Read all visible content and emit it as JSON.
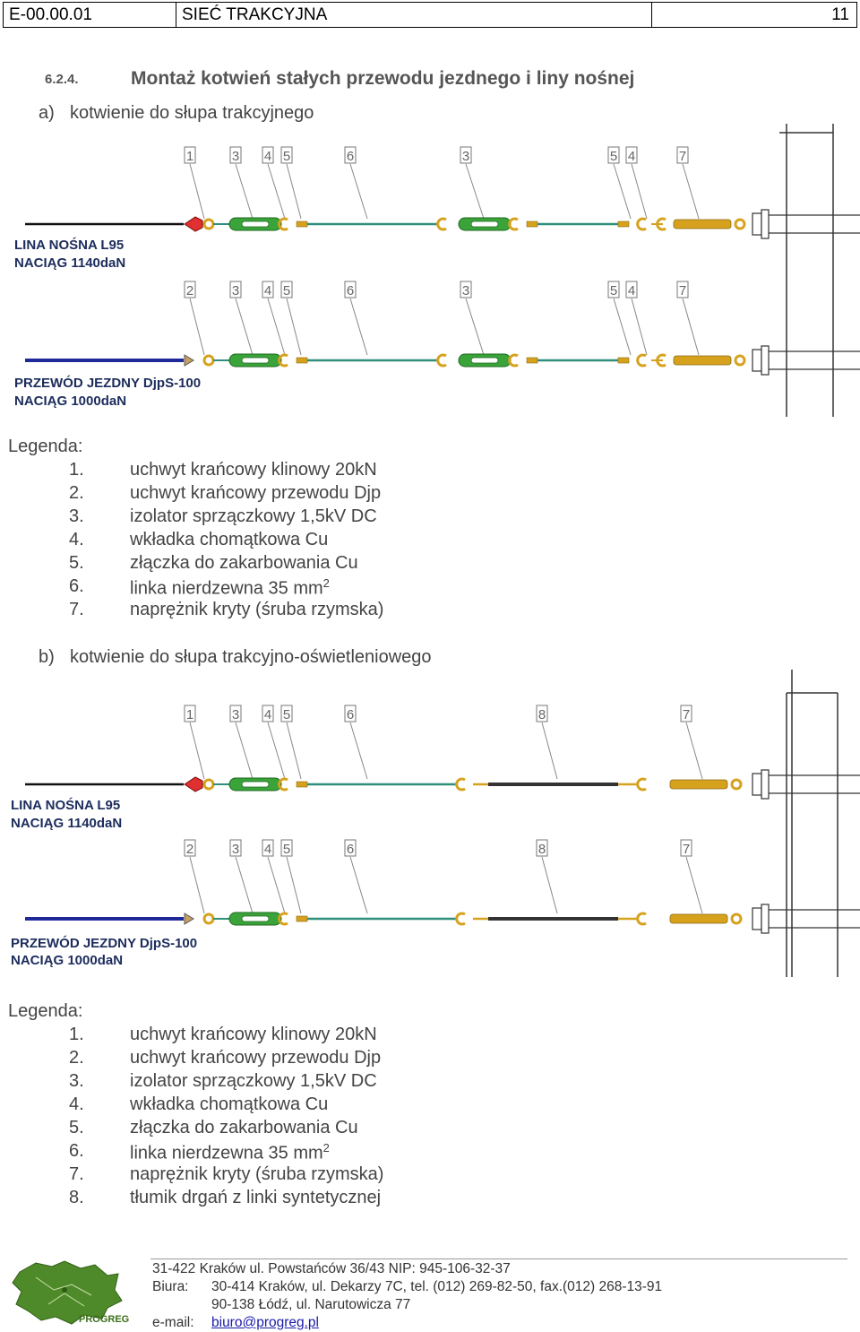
{
  "header": {
    "code": "E-00.00.01",
    "title": "SIEĆ TRAKCYJNA",
    "page": "11"
  },
  "section": {
    "number": "6.2.4.",
    "title": "Montaż kotwień stałych przewodu jezdnego i liny nośnej"
  },
  "part_a": {
    "label": "a)",
    "title": "kotwienie do słupa trakcyjnego",
    "row1": {
      "line1": "LINA NOŚNA L95",
      "line2": "NACIĄG 1140daN",
      "tags": [
        "1",
        "3",
        "4",
        "5",
        "6",
        "3",
        "5",
        "4",
        "7"
      ]
    },
    "row2": {
      "line1": "PRZEWÓD JEZDNY DjpS-100",
      "line2": "NACIĄG 1000daN",
      "tags": [
        "2",
        "3",
        "4",
        "5",
        "6",
        "3",
        "5",
        "4",
        "7"
      ]
    },
    "legend_title": "Legenda:",
    "legend": [
      {
        "n": "1.",
        "t": "uchwyt krańcowy klinowy 20kN"
      },
      {
        "n": "2.",
        "t": "uchwyt krańcowy przewodu Djp"
      },
      {
        "n": "3.",
        "t": "izolator sprzączkowy 1,5kV DC"
      },
      {
        "n": "4.",
        "t": "wkładka chomątkowa Cu"
      },
      {
        "n": "5.",
        "t": "złączka do zakarbowania Cu"
      },
      {
        "n": "6.",
        "t": "linka nierdzewna 35 mm",
        "sup": "2"
      },
      {
        "n": "7.",
        "t": "naprężnik kryty (śruba rzymska)"
      }
    ]
  },
  "part_b": {
    "label": "b)",
    "title": "kotwienie do słupa trakcyjno-oświetleniowego",
    "row1": {
      "line1": "LINA NOŚNA L95",
      "line2": "NACIĄG 1140daN",
      "tags": [
        "1",
        "3",
        "4",
        "5",
        "6",
        "8",
        "7"
      ]
    },
    "row2": {
      "line1": "PRZEWÓD JEZDNY DjpS-100",
      "line2": "NACIĄG 1000daN",
      "tags": [
        "2",
        "3",
        "4",
        "5",
        "6",
        "8",
        "7"
      ]
    },
    "legend_title": "Legenda:",
    "legend": [
      {
        "n": "1.",
        "t": "uchwyt krańcowy klinowy 20kN"
      },
      {
        "n": "2.",
        "t": "uchwyt krańcowy przewodu Djp"
      },
      {
        "n": "3.",
        "t": "izolator sprzączkowy 1,5kV DC"
      },
      {
        "n": "4.",
        "t": "wkładka chomątkowa Cu"
      },
      {
        "n": "5.",
        "t": "złączka do zakarbowania Cu"
      },
      {
        "n": "6.",
        "t": "linka nierdzewna 35 mm",
        "sup": "2"
      },
      {
        "n": "7.",
        "t": "naprężnik kryty (śruba rzymska)"
      },
      {
        "n": "8.",
        "t": "tłumik drgań z linki syntetycznej"
      }
    ]
  },
  "footer": {
    "address": "31-422 Kraków ul. Powstańców 36/43  NIP: 945-106-32-37",
    "biura_label": "Biura:",
    "biura_line1": "30-414 Kraków, ul. Dekarzy 7C,    tel. (012) 269-82-50, fax.(012) 268-13-91",
    "biura_line2": "90-138 Łódź, ul. Narutowicza 77",
    "email_label": "e-mail:",
    "email": "biuro@progreg.pl",
    "logo_text": "PROGREG"
  },
  "colors": {
    "messenger": "#111111",
    "contact": "#1f2a99",
    "insulator": "#3aa33a",
    "steel_wire": "#2f8f7a",
    "fitting": "#d6a21e",
    "damper": "#333333"
  }
}
